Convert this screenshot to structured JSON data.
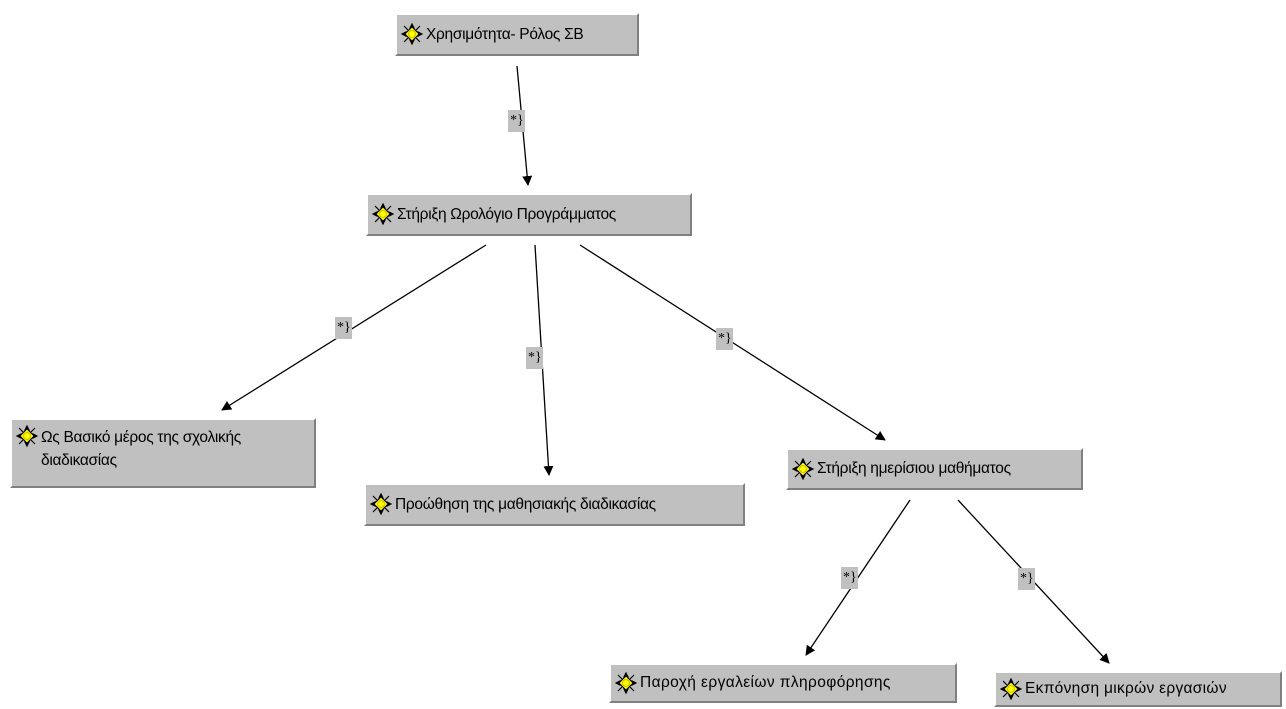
{
  "nodes": {
    "root": {
      "label": "Χρησιμότητα- Ρόλος ΣΒ"
    },
    "support_schedule": {
      "label": "Στήριξη Ωρολόγιο Προγράμματος"
    },
    "basic_part": {
      "label": "Ως Βασικό μέρος της σχολικής διαδικασίας"
    },
    "promote_learning": {
      "label": "Προώθηση της μαθησιακής διαδικασίας"
    },
    "support_daily": {
      "label": "Στήριξη ημερίσιου μαθήματος"
    },
    "info_tools": {
      "label": "Παροχή εργαλείων πληροφόρησης"
    },
    "small_tasks": {
      "label": "Εκπόνηση μικρών εργασιών"
    }
  },
  "edge_label": "*}",
  "icon": {
    "name": "concept-node-icon",
    "fill": "#ffff00",
    "outline": "#000000"
  }
}
